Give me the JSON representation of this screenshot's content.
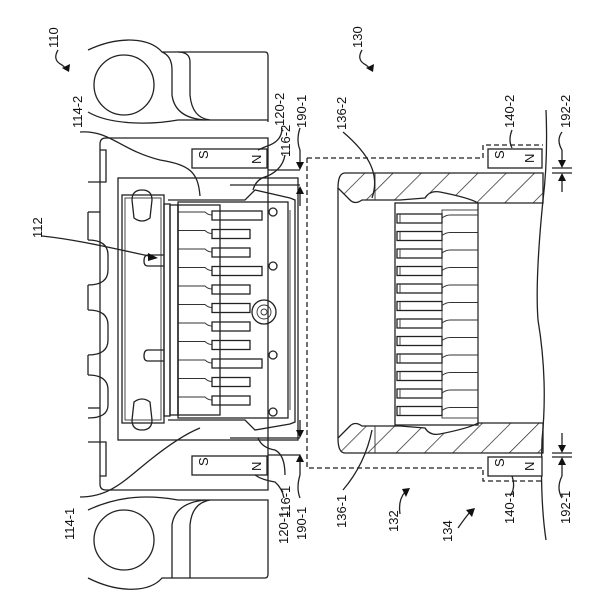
{
  "figure": {
    "description": "Patent drawing: connector assembly with magnetic alignment",
    "assemblies": [
      {
        "ref": "110",
        "role": "first connector assembly"
      },
      {
        "ref": "130",
        "role": "second connector assembly"
      }
    ],
    "labels": {
      "l110": "110",
      "l112": "112",
      "l114_1": "114-1",
      "l114_2": "114-2",
      "l116_1": "116-1",
      "l116_2": "116-2",
      "l120_1": "120-1",
      "l120_2": "120-2",
      "l130": "130",
      "l132": "132",
      "l134": "134",
      "l136_1": "136-1",
      "l136_2": "136-2",
      "l140_1": "140-1",
      "l140_2": "140-2",
      "l190_1a": "190-1",
      "l190_1b": "190-1",
      "l192_1": "192-1",
      "l192_2": "192-2"
    },
    "magnets": [
      {
        "id": "120-2",
        "south": "S",
        "north": "N"
      },
      {
        "id": "120-1",
        "south": "S",
        "north": "N"
      },
      {
        "id": "140-2",
        "south": "S",
        "north": "N"
      },
      {
        "id": "140-1",
        "south": "S",
        "north": "N"
      }
    ]
  }
}
